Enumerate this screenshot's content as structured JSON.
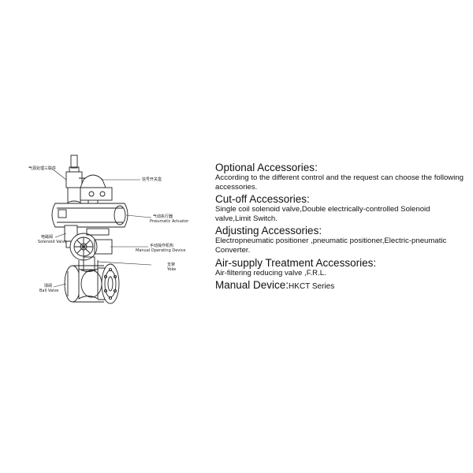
{
  "diagram": {
    "labels": {
      "air_source_cn": "气源处理三联件",
      "limit_switch_cn": "信号开关盒",
      "actuator_cn": "气动执行器",
      "actuator_en": "Pneumatic Actuator",
      "solenoid_cn": "电磁阀",
      "solenoid_en": "Solenoid Valve",
      "manual_cn": "手动操作机构",
      "manual_en": "Manual Operating Device",
      "yoke_cn": "支架",
      "yoke_en": "Yoke",
      "ball_cn": "球阀",
      "ball_en": "Ball Valve"
    }
  },
  "accessories": {
    "optional": {
      "title": "Optional Accessories",
      "title_suffix": ":",
      "text": "According to the different control and the request can choose the following accessories."
    },
    "cutoff": {
      "title": "Cut-off Accessories:",
      "text": "Single coil solenoid valve,Double electrically-controlled Solenoid valve,Limit Switch."
    },
    "adjusting": {
      "title": "Adjusting Accessories:",
      "text": "Electropneumatic positioner ,pneumatic positioner,Electric-pneumatic Converter."
    },
    "air_supply": {
      "title": "Air-supply Treatment Accessories:",
      "text": "Air-filtering reducing valve ,F.R.L."
    },
    "manual": {
      "title": "Manual Device:",
      "value": "HKCT Series"
    }
  }
}
